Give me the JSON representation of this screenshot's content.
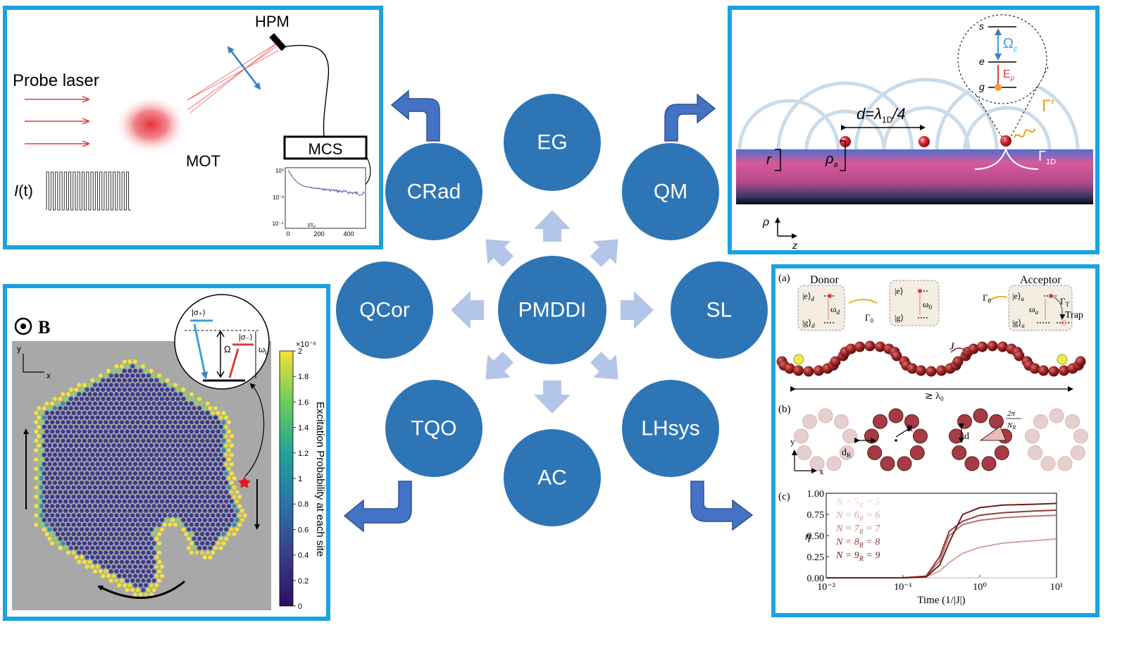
{
  "hub": {
    "label": "PMDDI"
  },
  "nodes": {
    "eg": "EG",
    "qm": "QM",
    "sl": "SL",
    "lhsys": "LHsys",
    "ac": "AC",
    "tqo": "TQO",
    "qcor": "QCor",
    "crad": "CRad"
  },
  "panel_crad": {
    "hpm": "HPM",
    "probe": "Probe laser",
    "mot": "MOT",
    "mcs": "MCS",
    "it_i": "I",
    "it_t": "(t)",
    "inset_y": [
      "10⁰",
      "10⁻²",
      "10⁻⁴"
    ],
    "inset_x": [
      "0",
      "200",
      "400"
    ],
    "inset_xlabel": "t/τ₀"
  },
  "panel_qm": {
    "s": "s",
    "e": "e",
    "g": "g",
    "omega_c": "Ω",
    "omega_c_sub": "c",
    "ep": "E",
    "ep_sub": "p",
    "gamma_prime": "Γ′",
    "d_label": "d=λ",
    "d_sub": "1D",
    "d_tail": "/4",
    "r": "r",
    "rho_a": "ρ",
    "rho_a_sub": "a",
    "gamma_1d": "Γ",
    "gamma_1d_sub": "1D",
    "axis_rho": "ρ",
    "axis_z": "z"
  },
  "panel_qcor": {
    "b_label": "B",
    "axis_y": "y",
    "axis_x": "x",
    "sigma_plus": "|σ₊⟩",
    "sigma_minus": "|σ₋⟩",
    "omega": "Ω",
    "omega_l": "ω",
    "omega_l_sub": "L",
    "cb_exp": "×10⁻⁶",
    "cb_ticks": [
      "2",
      "1.8",
      "1.6",
      "1.4",
      "1.2",
      "1",
      "0.8",
      "0.6",
      "0.4",
      "0.2",
      "0"
    ],
    "cb_label": "Excitation Probability at each site"
  },
  "panel_lh": {
    "a": "(a)",
    "b": "(b)",
    "c": "(c)",
    "donor": "Donor",
    "acceptor": "Acceptor",
    "e_d": "|e⟩",
    "e_d_sub": "d",
    "g_d": "|g⟩",
    "g_d_sub": "d",
    "omega_d": "ω",
    "omega_d_sub": "d",
    "e_mid": "|e⟩",
    "g_mid": "|g⟩",
    "omega0": "ω",
    "omega0_sub": "0",
    "gamma0_l": "Γ",
    "gamma0_l_sub": "0",
    "gamma0_r": "Γ",
    "gamma0_r_sub": "0",
    "e_a": "|e⟩",
    "e_a_sub": "a",
    "g_a": "|g⟩",
    "g_a_sub": "a",
    "omega_a": "ω",
    "omega_a_sub": "a",
    "gamma_t": "Γ",
    "gamma_t_sub": "T",
    "trap": "Trap",
    "j": "J",
    "lambda0": "≳ λ",
    "lambda0_sub": "0",
    "d_r": "d",
    "d_r_sub": "R",
    "big_r": "R",
    "small_d": "d",
    "two_pi": "2π",
    "n_r": "N",
    "n_r_sub": "R",
    "axis_y": "y",
    "axis_x": "x",
    "eta": "η",
    "yticks": [
      "1.00",
      "0.75",
      "0.50",
      "0.25",
      "0.00"
    ],
    "xticks": [
      "10⁻²",
      "10⁻¹",
      "10⁰",
      "10¹"
    ],
    "xlabel": "Time (1/|J|)"
  },
  "chart_data": {
    "type": "line",
    "x_scale": "log",
    "xlim": [
      0.01,
      10
    ],
    "ylim": [
      0,
      1
    ],
    "xlabel": "Time (1/|J|)",
    "ylabel": "η",
    "series": [
      {
        "name": "N_R = 5",
        "color": "#ecd0d0",
        "x": [
          0.01,
          0.1,
          0.2,
          0.3,
          0.4,
          0.6,
          1,
          2,
          5,
          10
        ],
        "y": [
          0,
          0,
          0,
          0,
          0,
          0,
          0,
          0,
          0,
          0
        ]
      },
      {
        "name": "N_R = 6",
        "color": "#d4a4a4",
        "x": [
          0.01,
          0.1,
          0.2,
          0.3,
          0.4,
          0.6,
          1,
          2,
          5,
          10
        ],
        "y": [
          0,
          0,
          0.01,
          0.08,
          0.18,
          0.29,
          0.36,
          0.41,
          0.44,
          0.46
        ]
      },
      {
        "name": "N_R = 7",
        "color": "#b57272",
        "x": [
          0.01,
          0.1,
          0.2,
          0.3,
          0.4,
          0.6,
          1,
          2,
          5,
          10
        ],
        "y": [
          0,
          0,
          0.02,
          0.2,
          0.5,
          0.63,
          0.68,
          0.71,
          0.73,
          0.74
        ]
      },
      {
        "name": "N_R = 8",
        "color": "#8f3d3d",
        "x": [
          0.01,
          0.1,
          0.2,
          0.3,
          0.4,
          0.6,
          1,
          2,
          5,
          10
        ],
        "y": [
          0,
          0,
          0.02,
          0.25,
          0.55,
          0.67,
          0.74,
          0.77,
          0.79,
          0.8
        ]
      },
      {
        "name": "N_R = 9",
        "color": "#6e1d1d",
        "x": [
          0.01,
          0.1,
          0.2,
          0.3,
          0.4,
          0.6,
          1,
          2,
          5,
          10
        ],
        "y": [
          0,
          0,
          0.01,
          0.15,
          0.42,
          0.75,
          0.83,
          0.86,
          0.87,
          0.88
        ]
      }
    ]
  },
  "colors": {
    "panel_border": "#1aa3e0",
    "node": "#2e75b6",
    "spoke": "#b4c6e7",
    "bent": "#4472c4"
  }
}
